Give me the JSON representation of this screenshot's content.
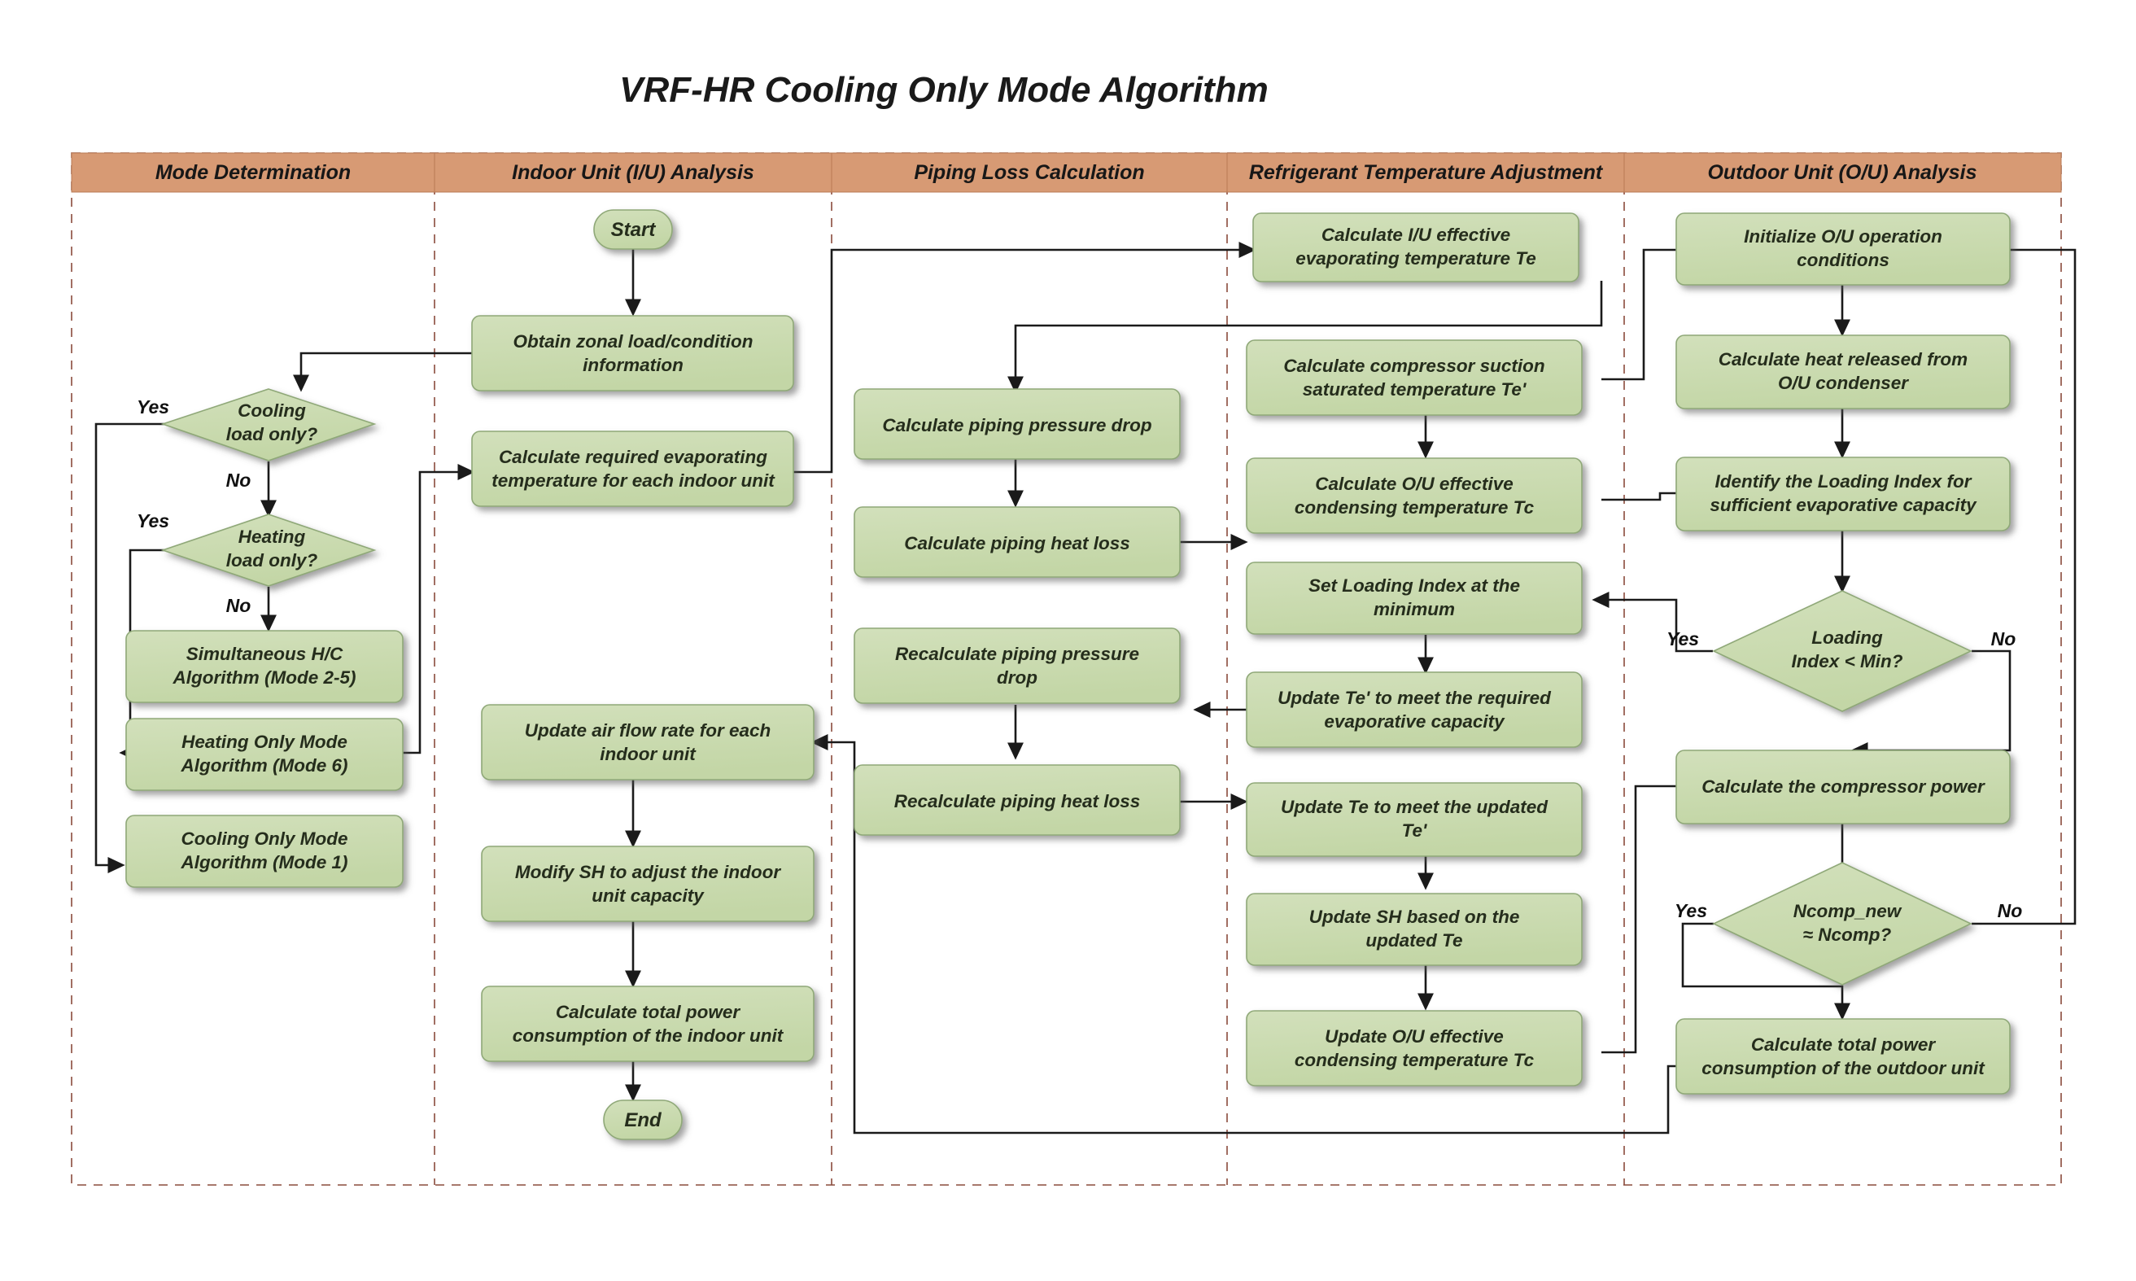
{
  "title": "VRF-HR Cooling Only Mode Algorithm",
  "lanes": [
    {
      "id": "mode",
      "label": "Mode Determination"
    },
    {
      "id": "iu",
      "label": "Indoor Unit (I/U) Analysis"
    },
    {
      "id": "piping",
      "label": "Piping Loss Calculation"
    },
    {
      "id": "refrig",
      "label": "Refrigerant Temperature Adjustment"
    },
    {
      "id": "ou",
      "label": "Outdoor Unit (O/U) Analysis"
    }
  ],
  "colors": {
    "node_fill": "#cadcb0",
    "node_stroke": "#8fa878",
    "lane_header_fill": "#d79a74",
    "lane_border": "#8a4b3c",
    "arrow": "#1a1a1a",
    "background": "#ffffff"
  },
  "nodes": {
    "start": "Start",
    "end": "End",
    "cooling_load_only": "Cooling\nload only?",
    "heating_load_only": "Heating\nload only?",
    "simultaneous_hc": "Simultaneous H/C\nAlgorithm (Mode 2-5)",
    "heating_only_mode": "Heating Only Mode\nAlgorithm (Mode 6)",
    "cooling_only_mode": "Cooling Only Mode\nAlgorithm (Mode 1)",
    "obtain_zonal": "Obtain zonal load/condition\ninformation",
    "calc_required_evap": "Calculate required evaporating\ntemperature for each indoor unit",
    "update_air_flow": "Update air flow rate for each\nindoor unit",
    "modify_sh": "Modify SH to adjust the indoor\nunit capacity",
    "calc_total_power_iu": "Calculate total power\nconsumption of the indoor unit",
    "calc_piping_pressure_drop": "Calculate piping pressure drop",
    "calc_piping_heat_loss": "Calculate piping  heat loss",
    "recalc_piping_pressure_drop": "Recalculate piping pressure\ndrop",
    "recalc_piping_heat_loss": "Recalculate piping heat loss",
    "calc_iu_te": "Calculate I/U effective\nevaporating temperature Te",
    "calc_suction_te_prime": "Calculate compressor suction\nsaturated temperature Te'",
    "calc_ou_tc": "Calculate O/U effective\ncondensing temperature Tc",
    "set_loading_index_min": "Set Loading Index at the\nminimum",
    "update_te_prime": "Update Te' to meet the required\nevaporative capacity",
    "update_te": "Update Te to meet the updated\nTe'",
    "update_sh": "Update SH based on the\nupdated Te",
    "update_ou_tc": "Update O/U effective\ncondensing temperature Tc",
    "init_ou": "Initialize O/U operation\nconditions",
    "calc_heat_released": "Calculate heat released from\nO/U condenser",
    "identify_loading_index": "Identify the Loading Index for\nsufficient evaporative capacity",
    "loading_index_min": "Loading\nIndex < Min?",
    "calc_compressor_power": "Calculate the compressor power",
    "ncomp_check": "Ncomp_new\n≈  Ncomp?",
    "calc_total_power_ou": "Calculate total power\nconsumption of the outdoor unit"
  },
  "edge_labels": {
    "cooling_yes": "Yes",
    "cooling_no": "No",
    "heating_yes": "Yes",
    "heating_no": "No",
    "loading_yes": "Yes",
    "loading_no": "No",
    "ncomp_yes": "Yes",
    "ncomp_no": "No"
  }
}
